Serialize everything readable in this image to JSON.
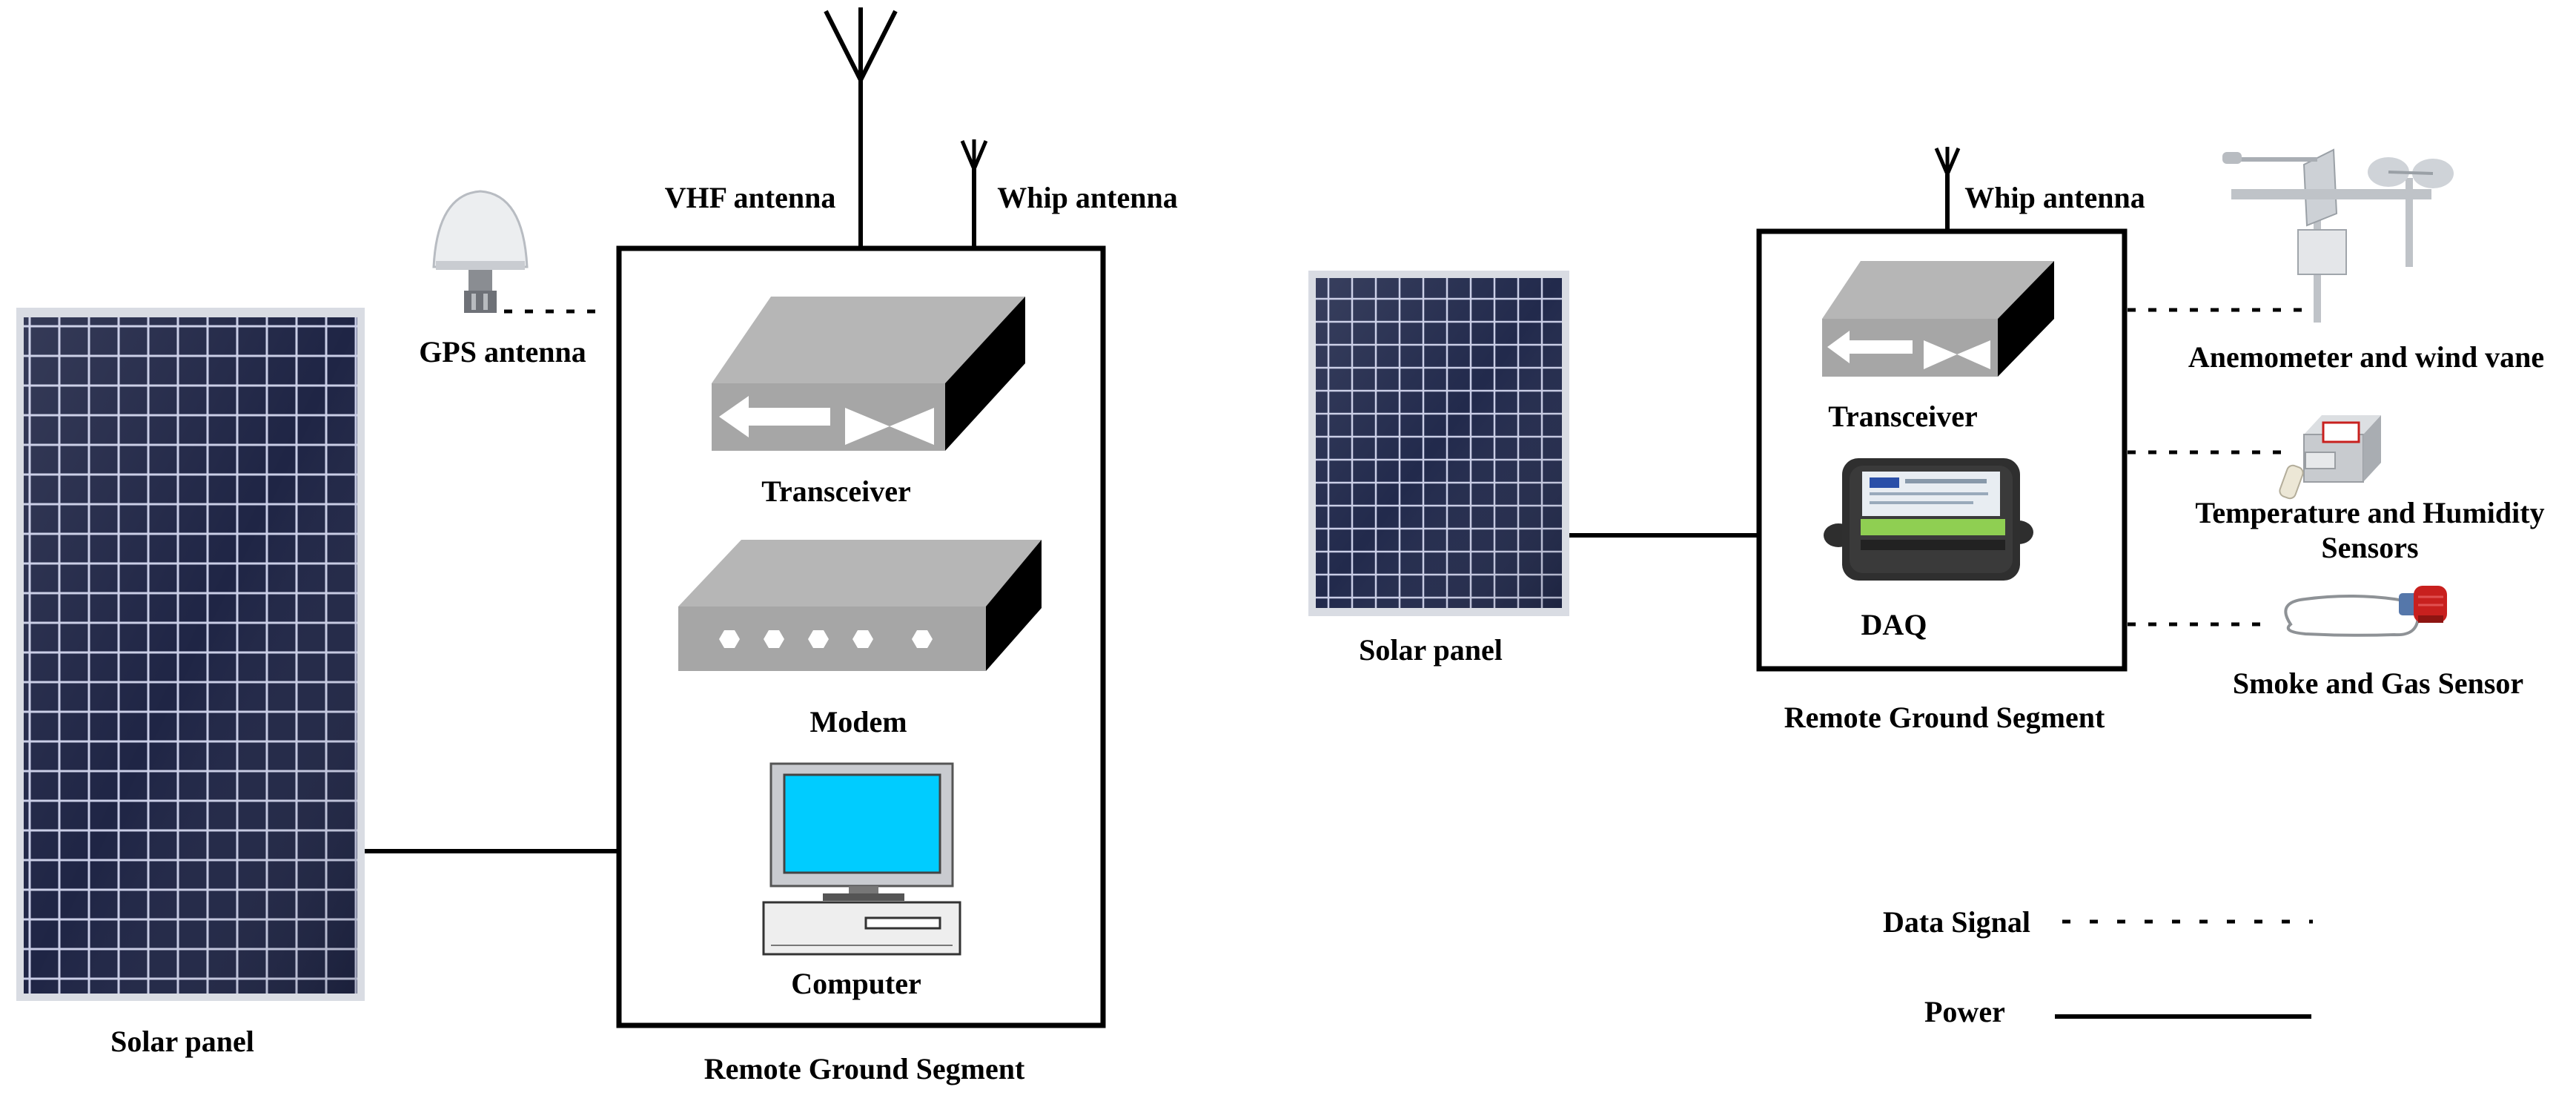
{
  "left_station": {
    "solar_panel_label": "Solar panel",
    "gps_antenna_label": "GPS antenna",
    "vhf_antenna_label": "VHF antenna",
    "whip_antenna_label": "Whip antenna",
    "transceiver_label": "Transceiver",
    "modem_label": "Modem",
    "computer_label": "Computer",
    "segment_title": "Remote Ground Segment"
  },
  "right_station": {
    "solar_panel_label": "Solar panel",
    "whip_antenna_label": "Whip antenna",
    "transceiver_label": "Transceiver",
    "daq_label": "DAQ",
    "segment_title": "Remote Ground Segment",
    "sensors": [
      {
        "label_lines": [
          "Anemometer and wind vane"
        ]
      },
      {
        "label_lines": [
          "Temperature and Humidity",
          "Sensors"
        ]
      },
      {
        "label_lines": [
          "Smoke and Gas Sensor"
        ]
      }
    ]
  },
  "legend": {
    "data_signal_label": "Data Signal",
    "power_label": "Power"
  },
  "colors": {
    "panel_frame": "#d9dce3",
    "panel_cell": "#1f2545",
    "panel_grid": "#c9cde6",
    "device_grey": "#a8a8a8",
    "device_dark": "#000000",
    "screen": "#00ccff",
    "sensor_red": "#c8201e"
  }
}
